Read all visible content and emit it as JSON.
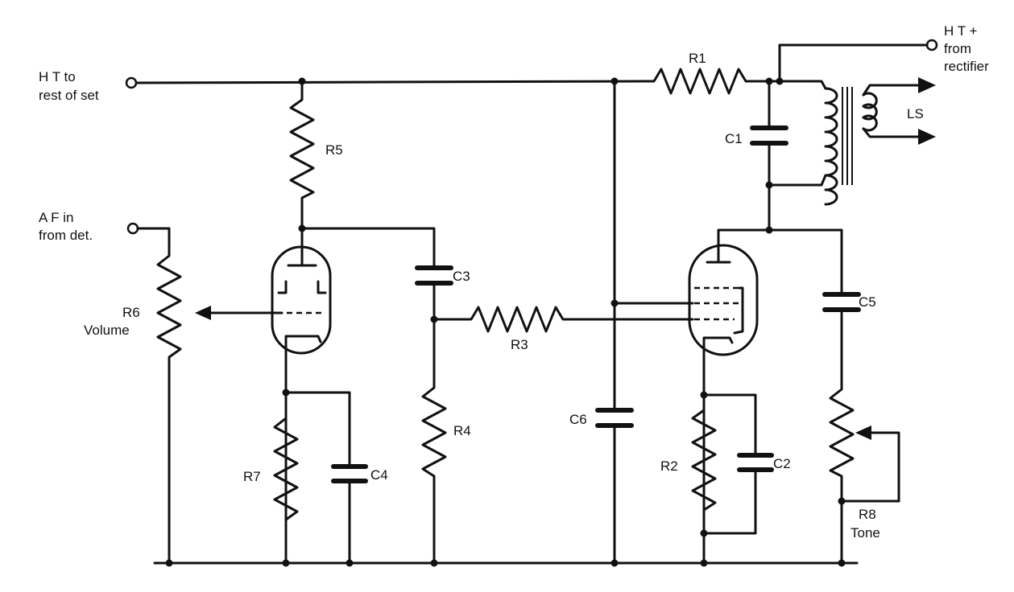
{
  "labels": {
    "ht_rest_1": "H T  to",
    "ht_rest_2": "rest of set",
    "ht_plus_1": "H T  +",
    "ht_plus_2": "from",
    "ht_plus_3": "rectifier",
    "af_in_1": "A F  in",
    "af_in_2": "from det.",
    "r1": "R1",
    "r2": "R2",
    "r3": "R3",
    "r4": "R4",
    "r5": "R5",
    "r6": "R6",
    "r6_name": "Volume",
    "r7": "R7",
    "r8": "R8",
    "r8_name": "Tone",
    "c1": "C1",
    "c2": "C2",
    "c3": "C3",
    "c4": "C4",
    "c5": "C5",
    "c6": "C6",
    "ls": "LS"
  }
}
